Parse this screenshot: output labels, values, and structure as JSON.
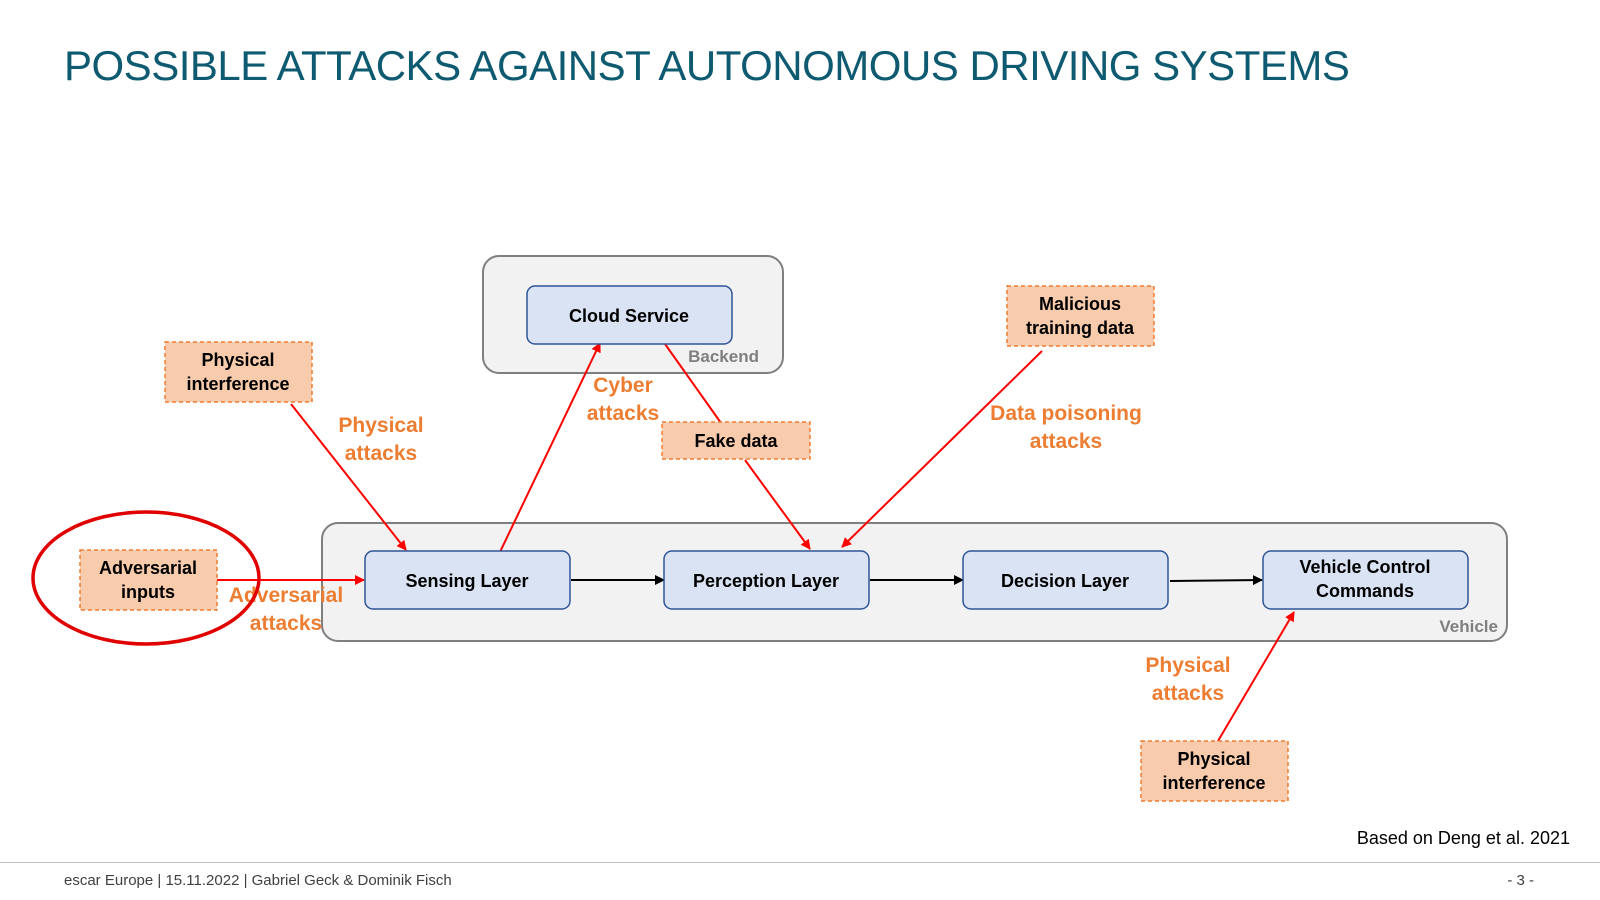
{
  "title": "POSSIBLE ATTACKS AGAINST AUTONOMOUS DRIVING SYSTEMS",
  "groups": {
    "backend": "Backend",
    "vehicle": "Vehicle"
  },
  "nodes": {
    "cloud_service": "Cloud Service",
    "sensing_layer": "Sensing Layer",
    "perception_layer": "Perception Layer",
    "decision_layer": "Decision Layer",
    "vehicle_control": [
      "Vehicle Control",
      "Commands"
    ]
  },
  "attack_sources": {
    "physical_interference_top": [
      "Physical",
      "interference"
    ],
    "adversarial_inputs": [
      "Adversarial",
      "inputs"
    ],
    "fake_data": "Fake data",
    "malicious_training_data": [
      "Malicious",
      "training data"
    ],
    "physical_interference_bottom": [
      "Physical",
      "interference"
    ]
  },
  "attack_labels": {
    "physical_attacks_top": [
      "Physical",
      "attacks"
    ],
    "cyber_attacks": [
      "Cyber",
      "attacks"
    ],
    "data_poisoning": [
      "Data poisoning",
      "attacks"
    ],
    "adversarial_attacks": [
      "Adversarial",
      "attacks"
    ],
    "physical_attacks_bottom": [
      "Physical",
      "attacks"
    ]
  },
  "colors": {
    "title": "#0e5a70",
    "attack": "#ed7d31",
    "attack_box_fill": "#f8cbad",
    "layer_box_fill": "#dae3f3",
    "layer_box_stroke": "#2f5597",
    "arrow_red": "#ff0000",
    "highlight_circle": "#e00000"
  },
  "citation": "Based on Deng et al. 2021",
  "footer": {
    "left": "escar Europe | 15.11.2022 | Gabriel Geck & Dominik Fisch",
    "right": "- 3 -"
  }
}
